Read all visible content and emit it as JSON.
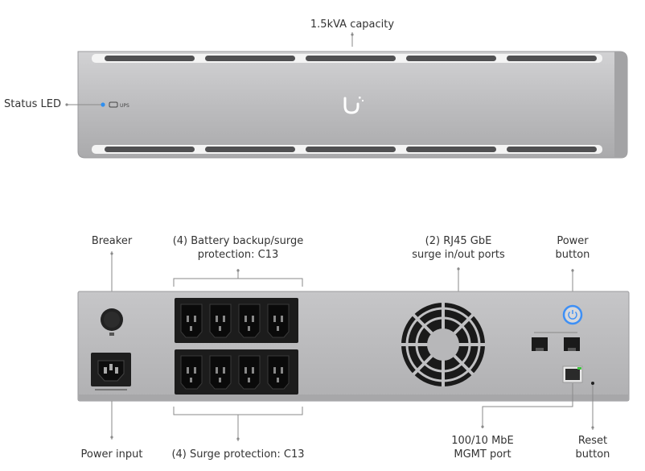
{
  "labels": {
    "capacity": "1.5kVA capacity",
    "status_led": "Status LED",
    "breaker": "Breaker",
    "battery_backup_line1": "(4) Battery backup/surge",
    "battery_backup_line2": "protection: C13",
    "rj45_line1": "(2) RJ45 GbE",
    "rj45_line2": "surge in/out ports",
    "power_button_line1": "Power",
    "power_button_line2": "button",
    "power_input": "Power input",
    "surge_protection": "(4) Surge protection: C13",
    "mgmt_line1": "100/10 MbE",
    "mgmt_line2": "MGMT port",
    "reset_line1": "Reset",
    "reset_line2": "button"
  },
  "device_markings": {
    "ups_text": "UPS"
  },
  "colors": {
    "chassis": "#b9b9bb",
    "chassis_dark": "#8e8e90",
    "vent": "#4a4a4c",
    "led": "#2f8ff0",
    "power_ring": "#3d8ff5",
    "callout": "#8a8a8a"
  }
}
